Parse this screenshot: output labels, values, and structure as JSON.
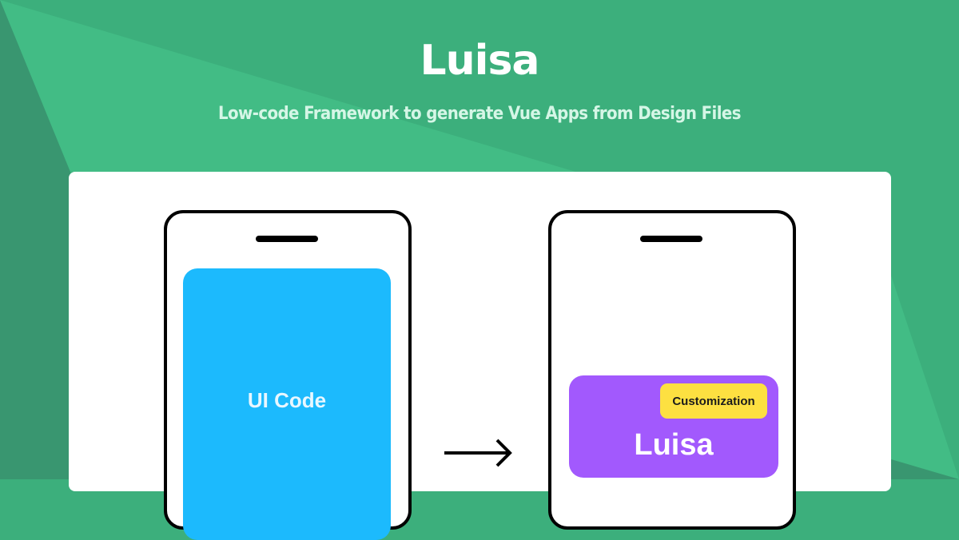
{
  "header": {
    "title": "Luisa",
    "subtitle": "Low-code Framework to generate Vue Apps from Design Files"
  },
  "illustration": {
    "left_phone": {
      "screen_label": "UI Code",
      "screen_color": "#1cbafd"
    },
    "arrow": {
      "icon": "arrow-right-icon"
    },
    "right_phone": {
      "badge_label": "Customization",
      "badge_color": "#fde041",
      "screen_label": "Luisa",
      "screen_color": "#a259fd"
    }
  },
  "colors": {
    "background": "#3caf7c",
    "background_light": "#42bc85",
    "background_dark": "#399670",
    "card": "#ffffff",
    "subtitle": "#d5f6e6"
  }
}
